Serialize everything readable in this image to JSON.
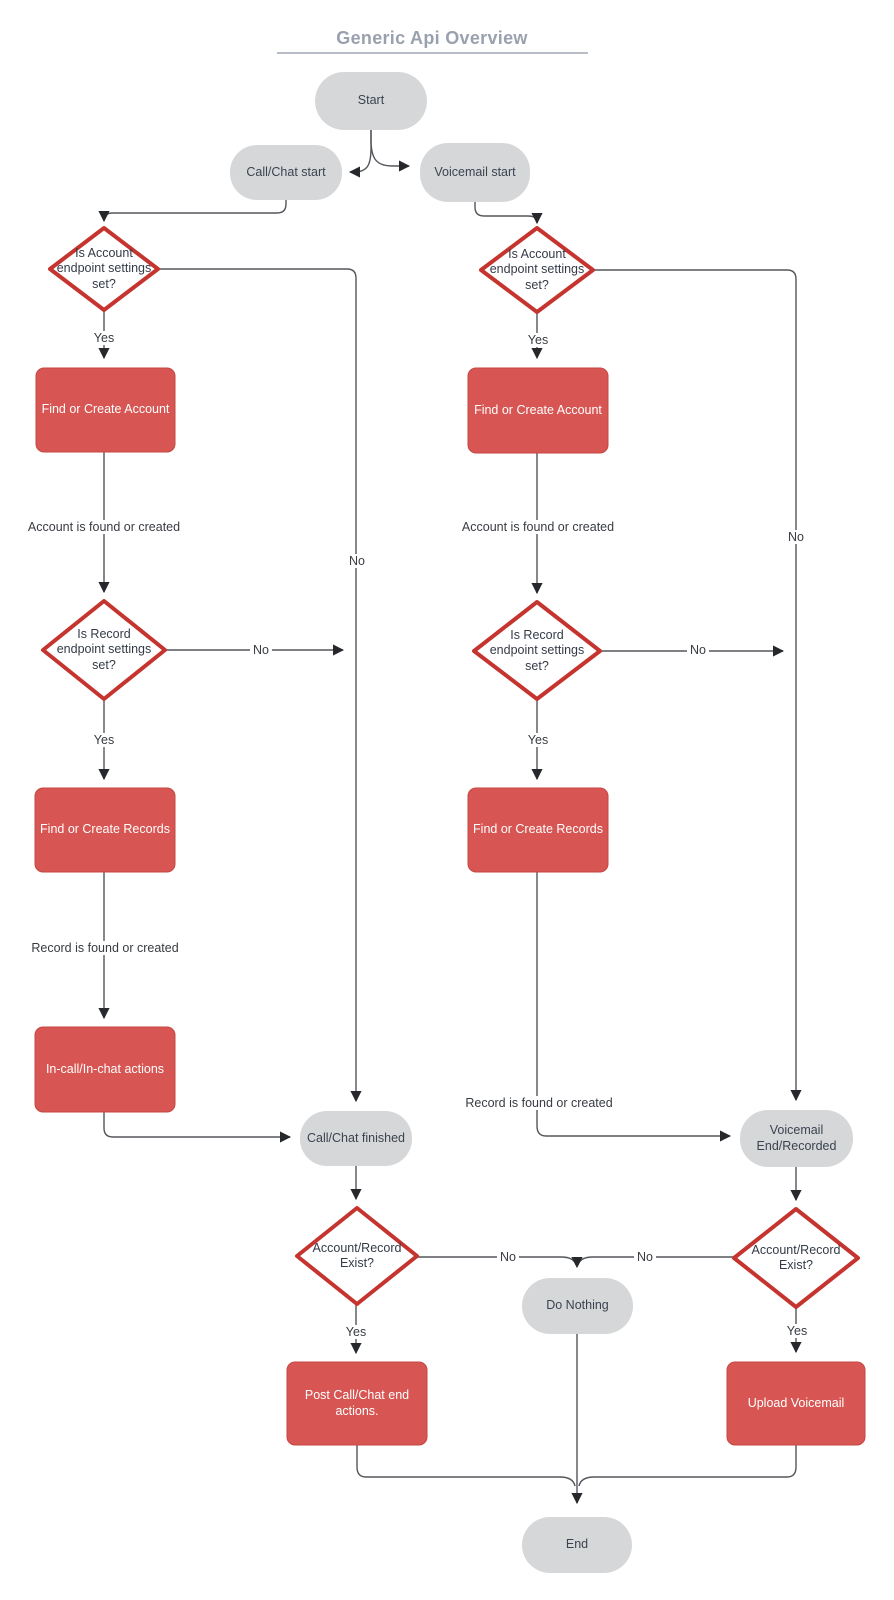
{
  "title": "Generic Api Overview",
  "colors": {
    "process_red": "#d75552",
    "process_red_border": "#c64742",
    "diamond_border": "#c5342e",
    "terminator_gray": "#d6d7d9",
    "edge_line": "#53565a",
    "arrowhead": "#26282c",
    "title_gray": "#9aa1ae"
  },
  "nodes": {
    "start": {
      "label": "Start",
      "type": "terminator"
    },
    "call_chat_start": {
      "label": "Call/Chat start",
      "type": "terminator"
    },
    "voicemail_start": {
      "label": "Voicemail start",
      "type": "terminator"
    },
    "is_account_set_call": {
      "label": "Is Account\nendpoint settings\nset?",
      "type": "decision"
    },
    "is_account_set_vm": {
      "label": "Is Account\nendpoint settings\nset?",
      "type": "decision"
    },
    "find_or_create_account_call": {
      "label": "Find or Create Account",
      "type": "process"
    },
    "find_or_create_account_vm": {
      "label": "Find or Create Account",
      "type": "process"
    },
    "is_record_set_call": {
      "label": "Is Record\nendpoint settings\nset?",
      "type": "decision"
    },
    "is_record_set_vm": {
      "label": "Is Record\nendpoint settings\nset?",
      "type": "decision"
    },
    "find_or_create_records_call": {
      "label": "Find or Create Records",
      "type": "process"
    },
    "find_or_create_records_vm": {
      "label": "Find or Create Records",
      "type": "process"
    },
    "in_call_actions": {
      "label": "In-call/In-chat actions",
      "type": "process"
    },
    "call_chat_finished": {
      "label": "Call/Chat finished",
      "type": "terminator"
    },
    "voicemail_end": {
      "label": "Voicemail\nEnd/Recorded",
      "type": "terminator"
    },
    "account_record_exist_call": {
      "label": "Account/Record\nExist?",
      "type": "decision"
    },
    "account_record_exist_vm": {
      "label": "Account/Record\nExist?",
      "type": "decision"
    },
    "do_nothing": {
      "label": "Do Nothing",
      "type": "terminator"
    },
    "post_call_chat_actions": {
      "label": "Post Call/Chat end\nactions.",
      "type": "process"
    },
    "upload_voicemail": {
      "label": "Upload Voicemail",
      "type": "process"
    },
    "end": {
      "label": "End",
      "type": "terminator"
    }
  },
  "edge_labels": {
    "yes_call_account": "Yes",
    "account_found_call": "Account is found or created",
    "yes_call_record": "Yes",
    "record_found_call": "Record is found or created",
    "no_call_account": "No",
    "no_call_record": "No",
    "yes_vm_account": "Yes",
    "account_found_vm": "Account is found or created",
    "yes_vm_record": "Yes",
    "record_found_vm": "Record is found or created",
    "no_vm_account": "No",
    "no_vm_record": "No",
    "no_call_exist": "No",
    "no_vm_exist": "No",
    "yes_call_exist": "Yes",
    "yes_vm_exist": "Yes"
  }
}
